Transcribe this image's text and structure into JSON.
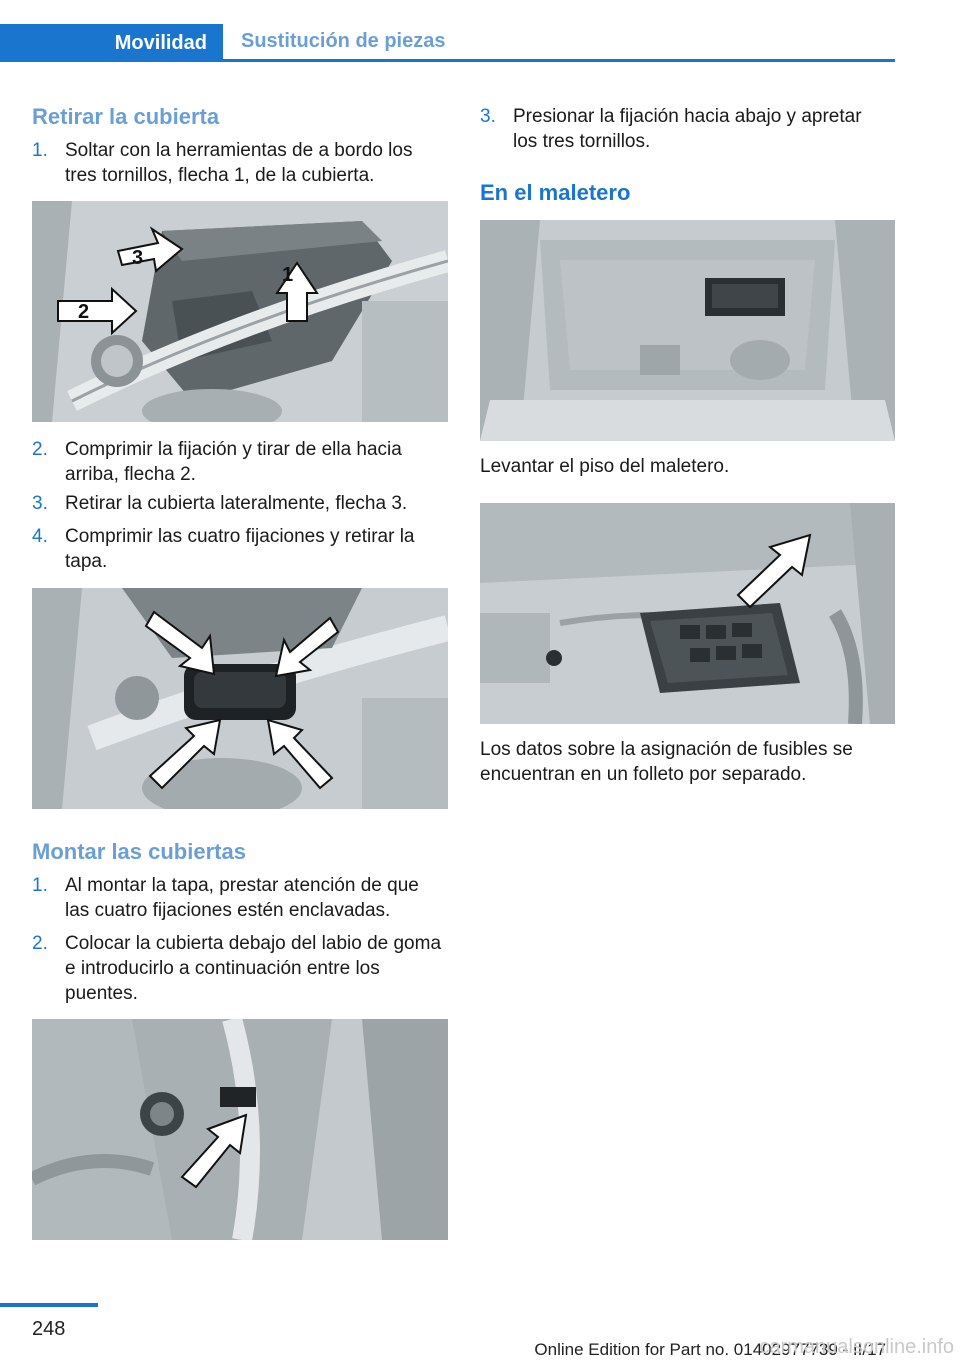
{
  "header": {
    "tab_active": "Movilidad",
    "tab_inactive": "Sustitución de piezas"
  },
  "left": {
    "section1_title": "Retirar la cubierta",
    "steps_a": [
      {
        "num": "1.",
        "text": "Soltar con la herramientas de a bordo los tres tornillos, flecha 1, de la cubierta."
      }
    ],
    "figure1_labels": [
      "3",
      "1",
      "2"
    ],
    "steps_b": [
      {
        "num": "2.",
        "text": "Comprimir la fijación y tirar de ella hacia arriba, flecha 2."
      },
      {
        "num": "3.",
        "text": "Retirar la cubierta lateralmente, flecha 3."
      },
      {
        "num": "4.",
        "text": "Comprimir las cuatro fijaciones y retirar la tapa."
      }
    ],
    "section2_title": "Montar las cubiertas",
    "steps_c": [
      {
        "num": "1.",
        "text": "Al montar la tapa, prestar atención de que las cuatro fijaciones estén enclavadas."
      },
      {
        "num": "2.",
        "text": "Colocar la cubierta debajo del labio de goma e introducirlo a continuación entre los puentes."
      }
    ]
  },
  "right": {
    "step_d": {
      "num": "3.",
      "text": "Presionar la fijación hacia abajo y apretar los tres tornillos."
    },
    "section3_title": "En el maletero",
    "para1": "Levantar el piso del maletero.",
    "para2": "Los datos sobre la asignación de fusibles se encuentran en un folleto por separado."
  },
  "footer": {
    "page_number": "248",
    "edition": "Online Edition for Part no. 01402977739 - II/17",
    "watermark": "carmanualsonline.info"
  }
}
